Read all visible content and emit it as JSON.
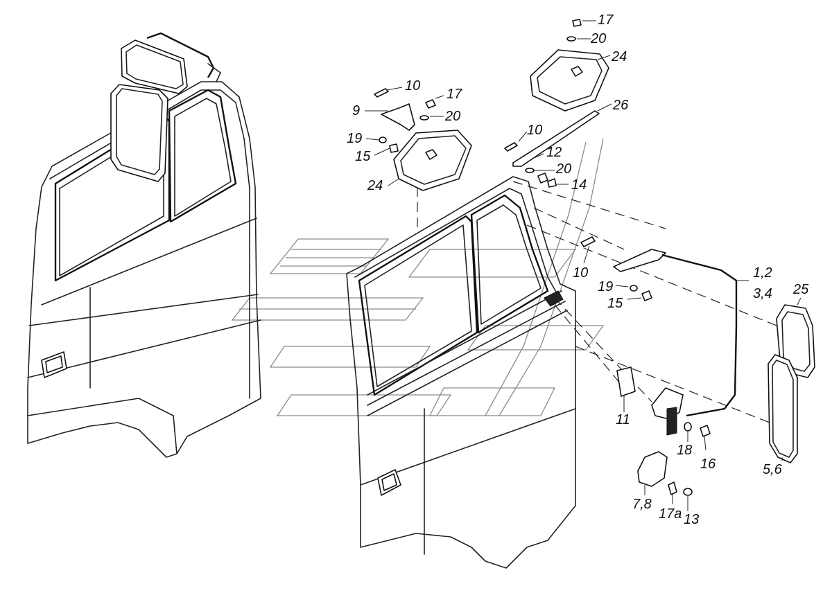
{
  "callouts": [
    {
      "id": "c17a",
      "text": "17"
    },
    {
      "id": "c20a",
      "text": "20"
    },
    {
      "id": "c24a",
      "text": "24"
    },
    {
      "id": "c10a",
      "text": "10"
    },
    {
      "id": "c17b",
      "text": "17"
    },
    {
      "id": "c9",
      "text": "9"
    },
    {
      "id": "c20b",
      "text": "20"
    },
    {
      "id": "c26",
      "text": "26"
    },
    {
      "id": "c19a",
      "text": "19"
    },
    {
      "id": "c15a",
      "text": "15"
    },
    {
      "id": "c10b",
      "text": "10"
    },
    {
      "id": "c12",
      "text": "12"
    },
    {
      "id": "c20c",
      "text": "20"
    },
    {
      "id": "c24b",
      "text": "24"
    },
    {
      "id": "c14",
      "text": "14"
    },
    {
      "id": "c10c",
      "text": "10"
    },
    {
      "id": "c12_34a",
      "text": "1,2"
    },
    {
      "id": "c12_34b",
      "text": "3,4"
    },
    {
      "id": "c19b",
      "text": "19"
    },
    {
      "id": "c25",
      "text": "25"
    },
    {
      "id": "c15b",
      "text": "15"
    },
    {
      "id": "c11",
      "text": "11"
    },
    {
      "id": "c18",
      "text": "18"
    },
    {
      "id": "c16",
      "text": "16"
    },
    {
      "id": "c56",
      "text": "5,6"
    },
    {
      "id": "c78",
      "text": "7,8"
    },
    {
      "id": "c17s",
      "text": "17а"
    },
    {
      "id": "c13",
      "text": "13"
    }
  ]
}
